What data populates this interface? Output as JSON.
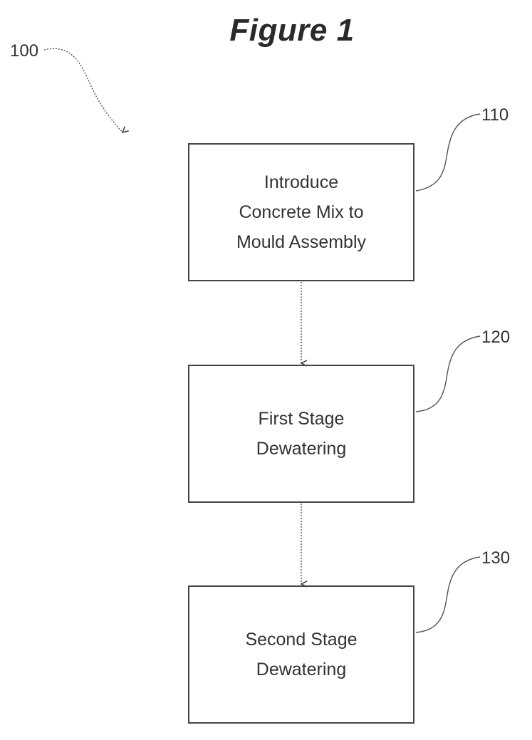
{
  "figure": {
    "title": "Figure 1"
  },
  "references": {
    "overall": "100",
    "step1": "110",
    "step2": "120",
    "step3": "130"
  },
  "steps": [
    {
      "ref": "110",
      "text": "Introduce\nConcrete Mix to\nMould Assembly"
    },
    {
      "ref": "120",
      "text": "First Stage\nDewatering"
    },
    {
      "ref": "130",
      "text": "Second Stage\nDewatering"
    }
  ],
  "colors": {
    "line": "#444444",
    "text": "#333333"
  }
}
